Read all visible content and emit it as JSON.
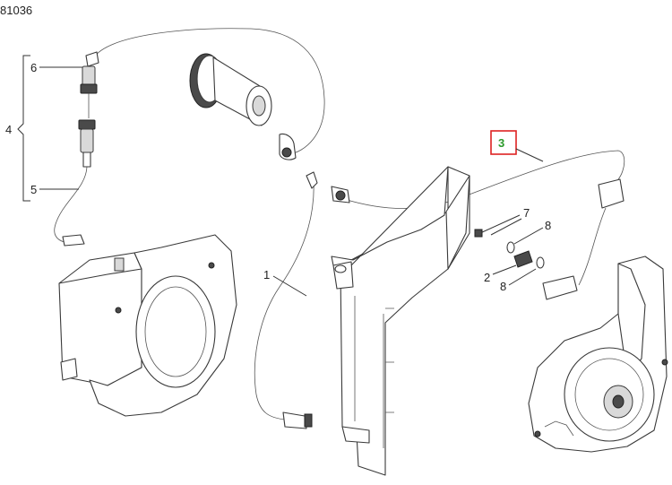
{
  "diagram": {
    "id": "81036",
    "callouts": {
      "c1": "1",
      "c2": "2",
      "c3": "3",
      "c4": "4",
      "c5": "5",
      "c6": "6",
      "c7": "7",
      "c8a": "8",
      "c8b": "8"
    },
    "highlighted_callout": "3",
    "highlight_color": "#d22222",
    "highlight_text_color": "#2a9a2a"
  }
}
